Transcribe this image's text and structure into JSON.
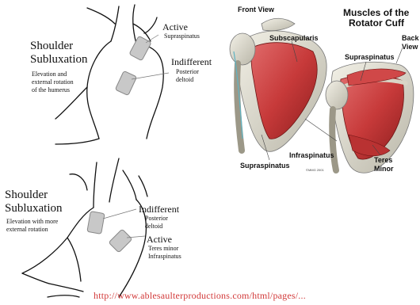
{
  "top_left": {
    "title_line1": "Shoulder",
    "title_line2": "Subluxation",
    "desc_line1": "Elevation and",
    "desc_line2": "external rotation",
    "desc_line3": "of the humerus",
    "active_label": "Active",
    "active_muscle": "Supraspinatus",
    "indifferent_label": "Indifferent",
    "indifferent_muscle_line1": "Posterior",
    "indifferent_muscle_line2": "deltoid"
  },
  "anatomy": {
    "front_view": "Front View",
    "title_line1": "Muscles of the",
    "title_line2": "Rotator Cuff",
    "back_view_line1": "Back",
    "back_view_line2": "View",
    "subscapularis": "Subscapularis",
    "supraspinatus_back": "Supraspinatus",
    "infraspinatus": "Infraspinatus",
    "supraspinatus_front": "Supraspinatus",
    "teres_line1": "Teres",
    "teres_line2": "Minor",
    "credit": "©MMG 2001"
  },
  "bottom_left": {
    "title_line1": "Shoulder",
    "title_line2": "Subluxation",
    "desc_line1": "Elevation with more",
    "desc_line2": "external rotation",
    "indifferent_label": "Indifferent",
    "indifferent_muscle_line1": "Posterior",
    "indifferent_muscle_line2": "deltoid",
    "active_label": "Active",
    "active_muscle_line1": "Teres minor",
    "active_muscle_line2": "Infraspinatus"
  },
  "footer": {
    "url": "http://www.ablesaulterproductions.com/html/pages/..."
  }
}
